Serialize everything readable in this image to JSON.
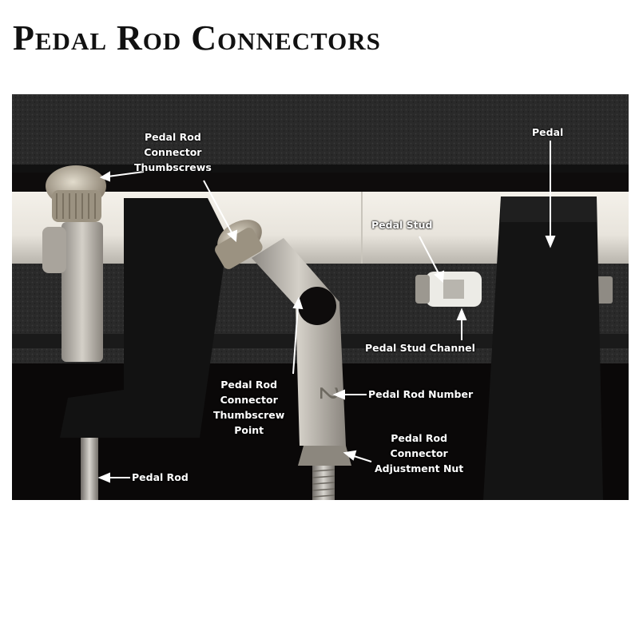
{
  "page": {
    "title": "Pedal Rod Connectors"
  },
  "photo": {
    "alt_hint": "photo-pedal-rod-connectors",
    "labels": {
      "thumbscrews": "Pedal Rod\nConnector\nThumbscrews",
      "pedal": "Pedal",
      "pedal_stud": "Pedal Stud",
      "pedal_stud_channel": "Pedal Stud Channel",
      "thumbscrew_point": "Pedal Rod\nConnector\nThumbscrew\nPoint",
      "pedal_rod_number": "Pedal Rod Number",
      "adjustment_nut": "Pedal Rod\nConnector\nAdjustment Nut",
      "pedal_rod": "Pedal Rod"
    }
  }
}
